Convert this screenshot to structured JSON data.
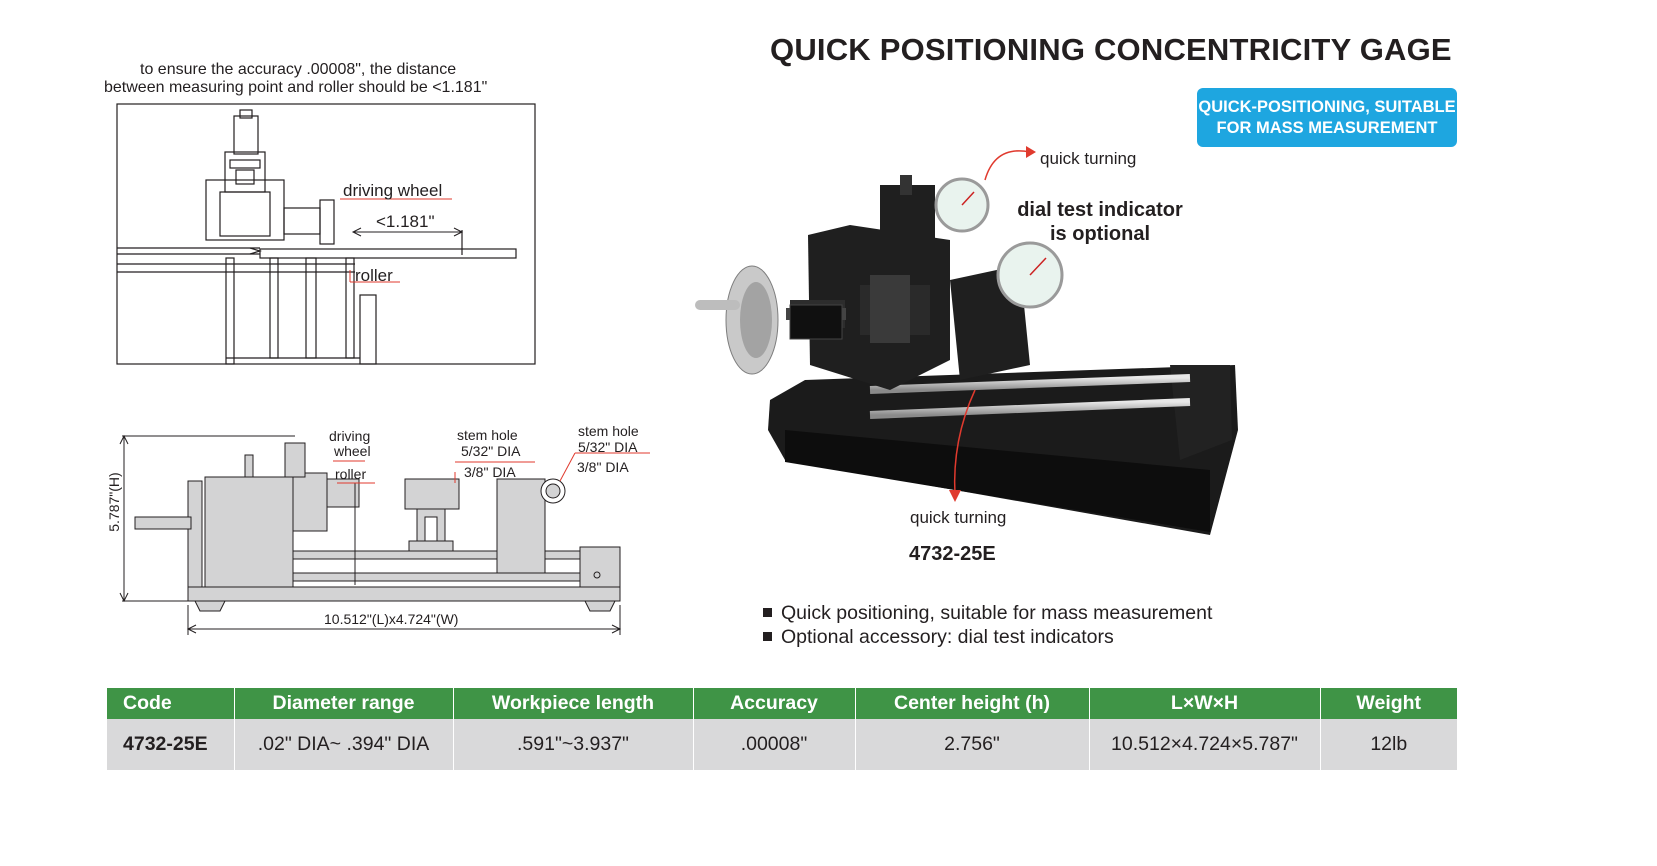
{
  "header": {
    "title": "QUICK POSITIONING CONCENTRICITY GAGE",
    "badge_line1": "QUICK-POSITIONING, SUITABLE",
    "badge_line2": "FOR MASS MEASUREMENT"
  },
  "top_diagram": {
    "note_line1": "to ensure the accuracy .00008\", the distance",
    "note_line2": "between measuring point and roller should be <1.181\"",
    "label_driving_wheel": "driving wheel",
    "label_distance": "<1.181\"",
    "label_roller": "roller"
  },
  "side_diagram": {
    "label_driving": "driving",
    "label_wheel": "wheel",
    "label_roller": "roller",
    "stem1_line1": "stem hole",
    "stem1_line2": "5/32\" DIA",
    "stem1_line3": "3/8\" DIA",
    "stem2_line1": "stem hole",
    "stem2_line2": "5/32\" DIA",
    "stem2_line3": "3/8\" DIA",
    "height_label": "5.787\"(H)",
    "length_label": "10.512\"(L)x4.724\"(W)"
  },
  "photo": {
    "quick_turning_top": "quick turning",
    "quick_turning_bottom": "quick turning",
    "optional_line1": "dial test indicator",
    "optional_line2": "is optional",
    "model": "4732-25E"
  },
  "features": [
    "Quick positioning, suitable for mass measurement",
    "Optional accessory: dial test indicators"
  ],
  "table": {
    "headers": [
      "Code",
      "Diameter range",
      "Workpiece length",
      "Accuracy",
      "Center height (h)",
      "L×W×H",
      "Weight"
    ],
    "rows": [
      [
        "4732-25E",
        ".02\" DIA~ .394\" DIA",
        ".591\"~3.937\"",
        ".00008\"",
        "2.756\"",
        "10.512×4.724×5.787\"",
        "12lb"
      ]
    ]
  },
  "colors": {
    "badge": "#1ea6e0",
    "table_header": "#3f9446",
    "table_row": "#d9d9da",
    "arrow": "#e03a2e"
  }
}
